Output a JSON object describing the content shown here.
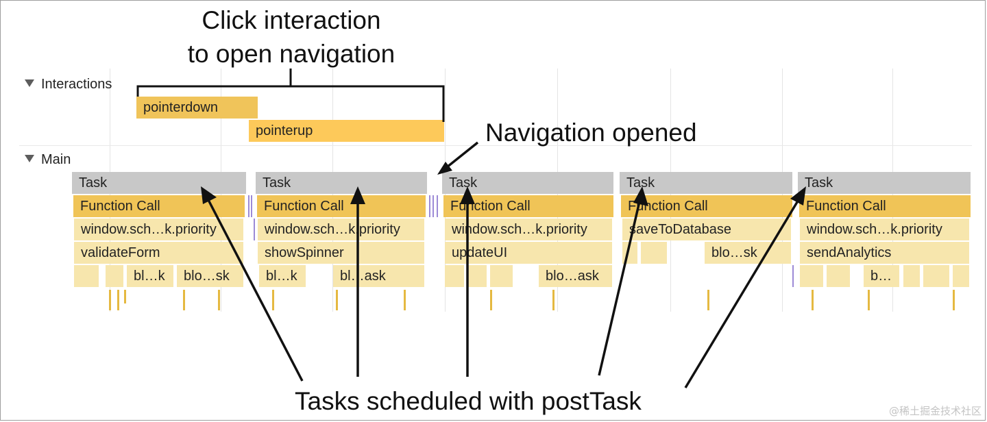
{
  "annotations": {
    "click_line1": "Click interaction",
    "click_line2": "to open navigation",
    "nav_opened": "Navigation opened",
    "tasks_scheduled": "Tasks scheduled with postTask"
  },
  "tracks": {
    "interactions": "Interactions",
    "main": "Main"
  },
  "interactions": {
    "pointerdown": "pointerdown",
    "pointerup": "pointerup"
  },
  "tasks": [
    {
      "task": "Task",
      "function": "Function Call",
      "scheduler": "window.sch…k.priority",
      "callee": "validateForm",
      "subs": [
        "bl…k",
        "blo…sk"
      ]
    },
    {
      "task": "Task",
      "function": "Function Call",
      "scheduler": "window.sch…k.priority",
      "callee": "showSpinner",
      "subs": [
        "bl…k",
        "bl…ask"
      ]
    },
    {
      "task": "Task",
      "function": "Function Call",
      "scheduler": "window.sch…k.priority",
      "callee": "updateUI",
      "subs": [
        "blo…ask"
      ]
    },
    {
      "task": "Task",
      "function": "Function Call",
      "scheduler": "saveToDatabase",
      "callee": "blo…sk",
      "subs": []
    },
    {
      "task": "Task",
      "function": "Function Call",
      "scheduler": "window.sch…k.priority",
      "callee": "sendAnalytics",
      "subs": [
        "b…"
      ]
    }
  ],
  "colors": {
    "task": "#c8c8c8",
    "function_call": "#f0c457",
    "child": "#f7e6ad",
    "pointerdown": "#f0c45a",
    "pointerup": "#fdc95a"
  },
  "watermark": "@稀土掘金技术社区"
}
